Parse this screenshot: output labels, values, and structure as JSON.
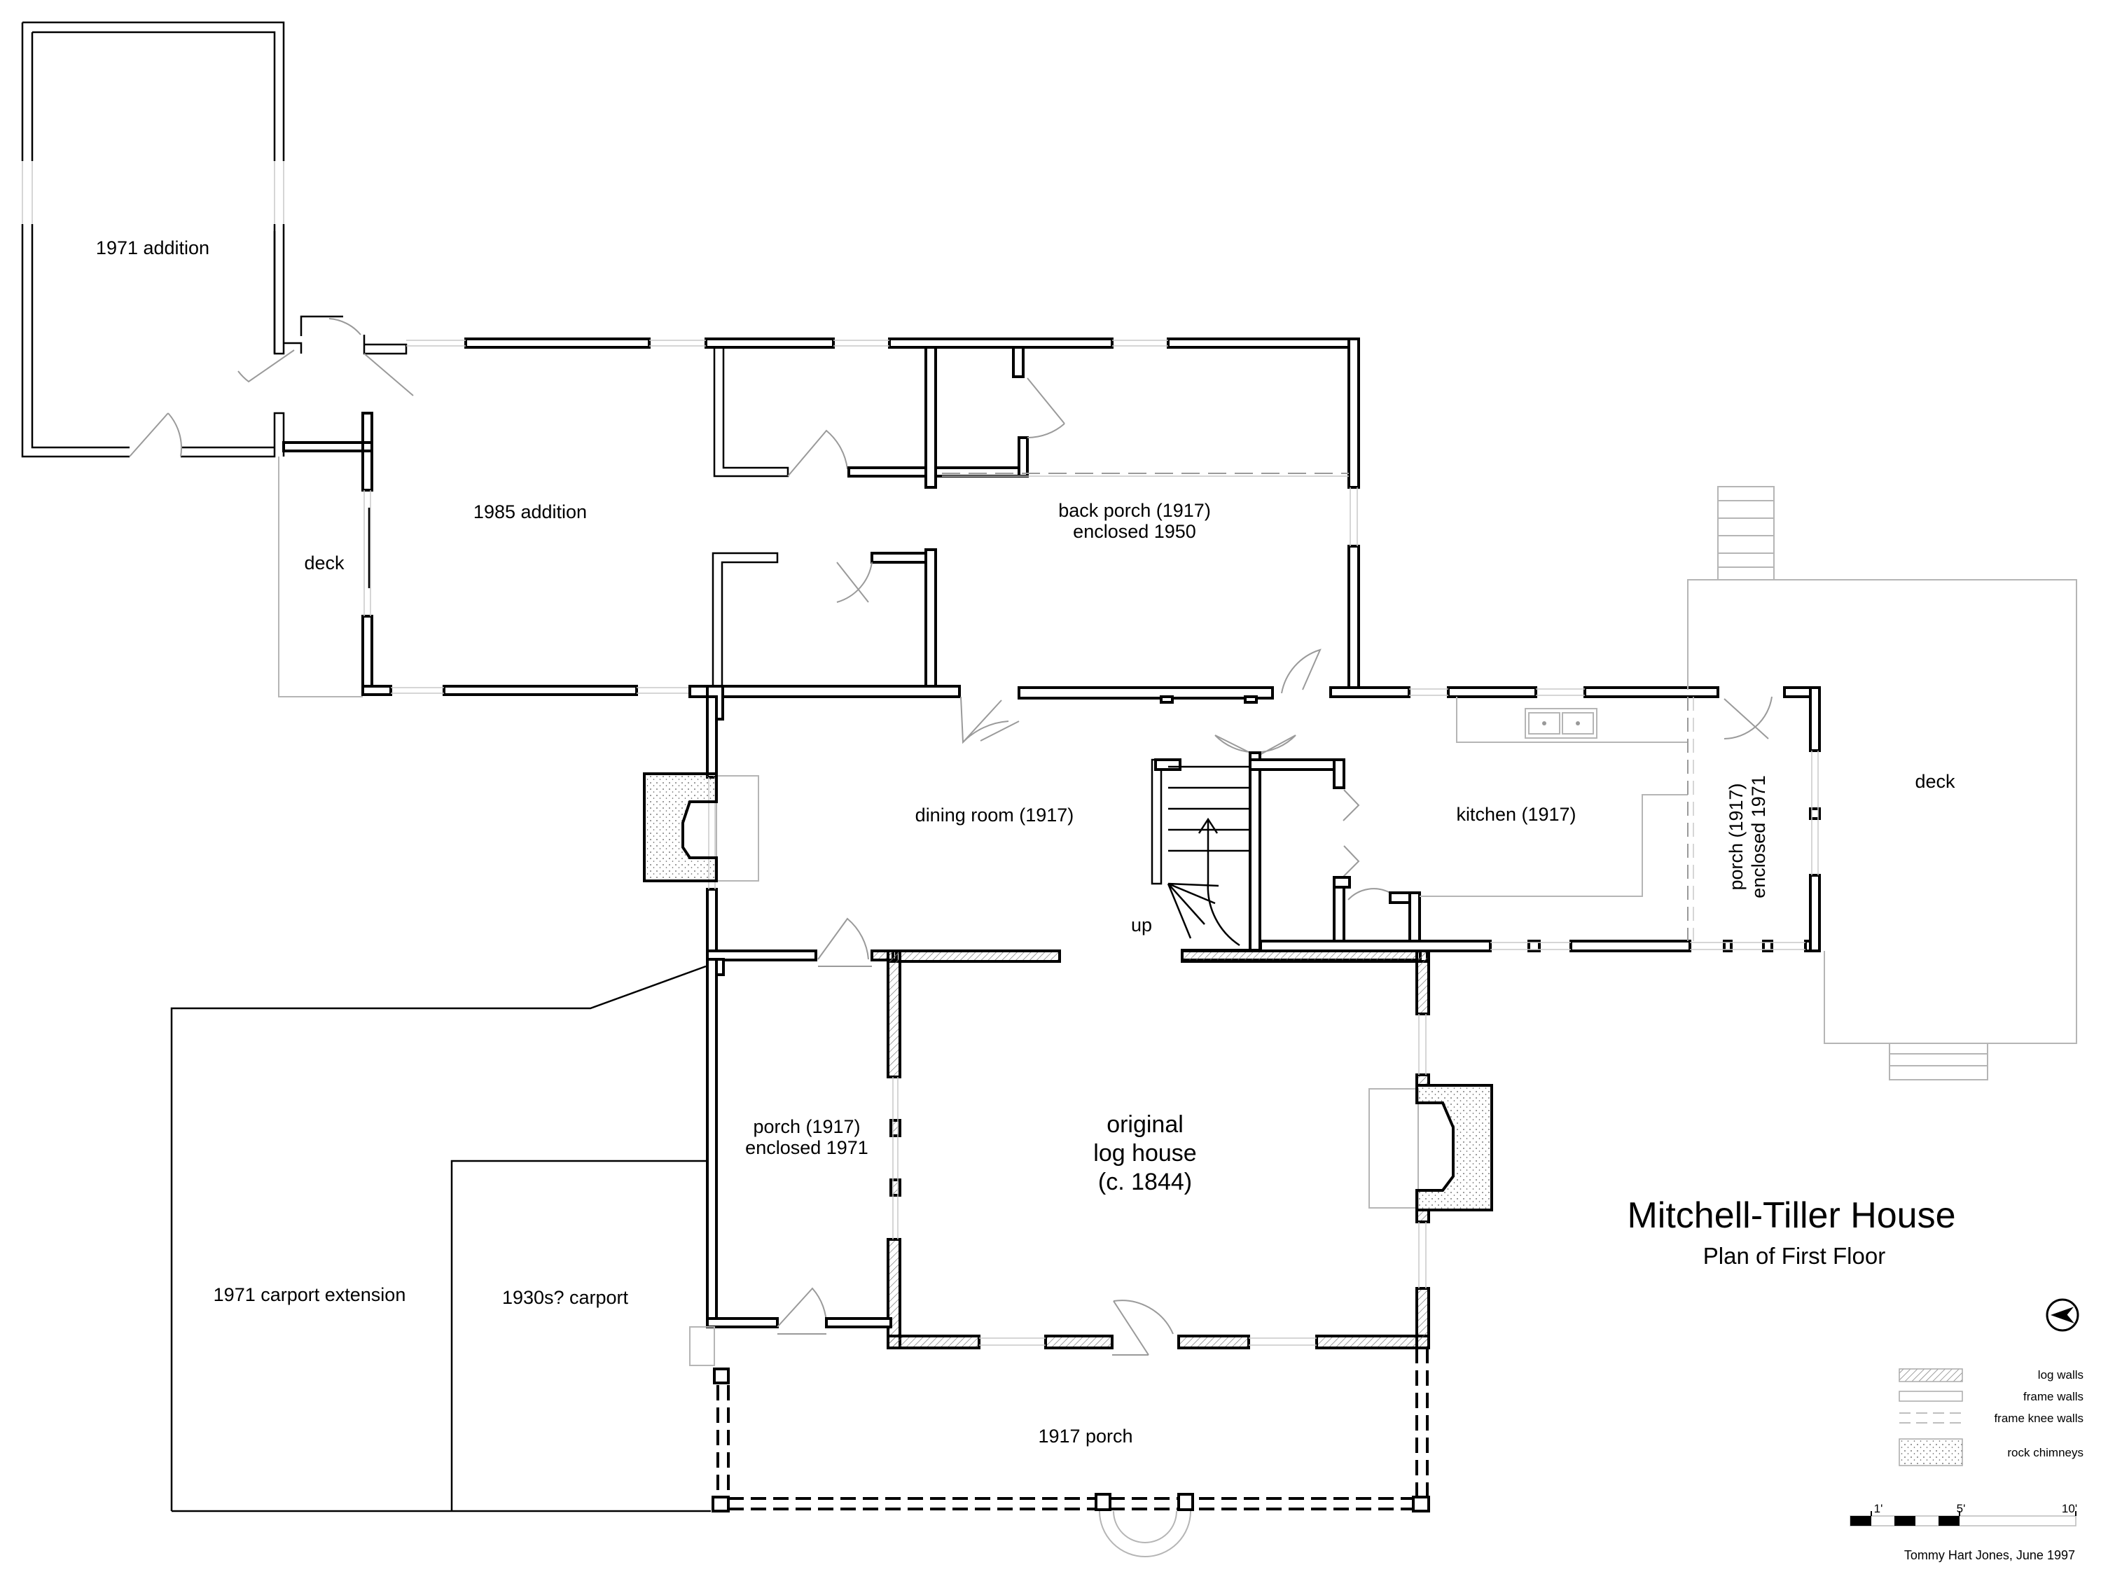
{
  "title": "Mitchell-Tiller House",
  "subtitle": "Plan of First Floor",
  "rooms": {
    "addition_1971": "1971 addition",
    "addition_1985": "1985 addition",
    "deck_left": "deck",
    "back_porch_line1": "back porch (1917)",
    "back_porch_line2": "enclosed 1950",
    "dining_room": "dining room (1917)",
    "kitchen": "kitchen (1917)",
    "porch_right_line1": "porch (1917)",
    "porch_right_line2": "enclosed 1971",
    "deck_right": "deck",
    "stair_up": "up",
    "porch_left_line1": "porch (1917)",
    "porch_left_line2": "enclosed 1971",
    "log_house_line1": "original",
    "log_house_line2": "log house",
    "log_house_line3": "(c. 1844)",
    "carport_extension": "1971 carport extension",
    "carport_1930s": "1930s? carport",
    "front_porch": "1917 porch"
  },
  "legend": {
    "log_walls": "log walls",
    "frame_walls": "frame walls",
    "frame_knee_walls": "frame knee walls",
    "rock_chimneys": "rock chimneys"
  },
  "scale": {
    "tick_1": "1'",
    "tick_5": "5'",
    "tick_10": "10'"
  },
  "north_arrow_icon": "north-arrow-icon",
  "credit": "Tommy Hart Jones, June 1997"
}
